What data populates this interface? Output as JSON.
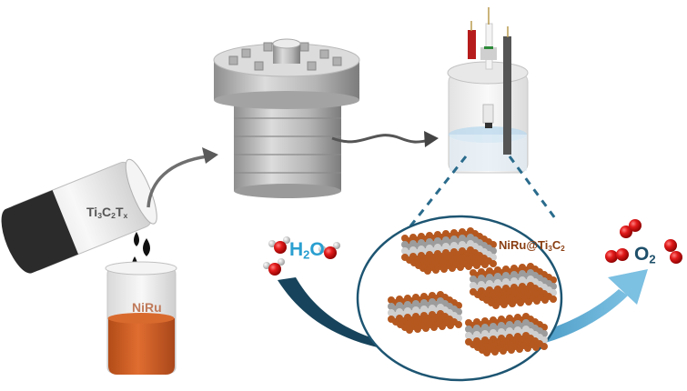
{
  "diagram": {
    "steps": [
      {
        "id": "mixing",
        "description": "Ti3C2Tx poured into NiRu solution"
      },
      {
        "id": "hydrothermal",
        "description": "Autoclave reactor"
      },
      {
        "id": "electrochemical",
        "description": "Three-electrode electrochemical cell"
      }
    ],
    "labels": {
      "mxene_beaker": {
        "main": "Ti",
        "s1": "3",
        "c": "C",
        "s2": "2",
        "t": "T",
        "s3": "x"
      },
      "niru_beaker": "NiRu",
      "composite": {
        "main": "NiRu@Ti",
        "s1": "3",
        "c": "C",
        "s2": "2"
      },
      "reactant": {
        "h": "H",
        "s": "2",
        "o": "O"
      },
      "product": {
        "o": "O",
        "s": "2"
      }
    },
    "colors": {
      "niru_solution": "#d2622a",
      "mxene_solution": "#2b2b2b",
      "arrow_dark": "#17445c",
      "arrow_light": "#5fb0d6",
      "oxygen_atom": "#e01515",
      "hydrogen_atom": "#e8e8e8",
      "metal_layer": "#b5581f",
      "ti_layer": "#bcbcbc"
    }
  }
}
